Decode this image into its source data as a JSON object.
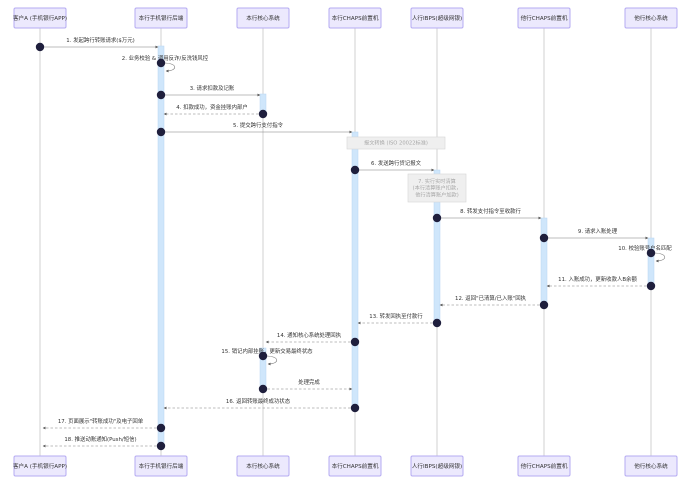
{
  "participants": [
    "客户A (手机银行APP)",
    "本行手机银行后端",
    "本行核心系统",
    "本行CHAPS前置机",
    "人行IBPS(超级网银)",
    "他行CHAPS前置机",
    "他行核心系统"
  ],
  "messages": [
    {
      "label": "1. 发起跨行转账请求($万元)",
      "from": 0,
      "to": 1,
      "style": "solid"
    },
    {
      "label": "2. 业务校验 & 调用反诈/反洗钱风控",
      "from": 1,
      "to": 1,
      "style": "solid"
    },
    {
      "label": "3. 请求扣款及记账",
      "from": 1,
      "to": 2,
      "style": "solid"
    },
    {
      "label": "4. 扣款成功，资金挂账内部户",
      "from": 2,
      "to": 1,
      "style": "dashed"
    },
    {
      "label": "5. 提交跨行支付指令",
      "from": 1,
      "to": 3,
      "style": "solid"
    },
    {
      "label": "6. 发送跨行贷记报文",
      "from": 3,
      "to": 4,
      "style": "solid"
    },
    {
      "label": "8. 转发支付指令至收款行",
      "from": 4,
      "to": 5,
      "style": "solid"
    },
    {
      "label": "9. 请求入账处理",
      "from": 5,
      "to": 6,
      "style": "solid"
    },
    {
      "label": "10. 校验账号户名匹配",
      "from": 6,
      "to": 6,
      "style": "solid"
    },
    {
      "label": "11. 入账成功，更新收款人B余额",
      "from": 6,
      "to": 5,
      "style": "dashed"
    },
    {
      "label": "12. 返回\"已清算/已入账\"回执",
      "from": 5,
      "to": 4,
      "style": "dashed"
    },
    {
      "label": "13. 转发回执至付款行",
      "from": 4,
      "to": 3,
      "style": "dashed"
    },
    {
      "label": "14. 通知核心系统处理回执",
      "from": 3,
      "to": 2,
      "style": "dashed"
    },
    {
      "label": "15. 销记内部挂账，更新交易最终状态",
      "from": 2,
      "to": 2,
      "style": "solid"
    },
    {
      "label": "处理完成",
      "from": 2,
      "to": 3,
      "style": "dashed"
    },
    {
      "label": "16. 返回转账最终成功状态",
      "from": 3,
      "to": 1,
      "style": "dashed"
    },
    {
      "label": "17. 页面展示\"转账成功\"及电子回单",
      "from": 1,
      "to": 0,
      "style": "dashed"
    },
    {
      "label": "18. 推送动账通知(Push/短信)",
      "from": 1,
      "to": 0,
      "style": "dashed"
    }
  ],
  "notes": [
    {
      "lines": [
        "报文转换 (ISO 20022标准)"
      ]
    },
    {
      "lines": [
        "7. 实行实时清算",
        "(本行清算账户扣款，",
        "他行清算账户加款)"
      ]
    }
  ],
  "colors": {
    "actor_fill": "#ece9fd",
    "actor_border": "#b5abf2",
    "activation": "#cfe6fb",
    "dot": "#1f1f3d",
    "note_fill": "#efefef"
  }
}
